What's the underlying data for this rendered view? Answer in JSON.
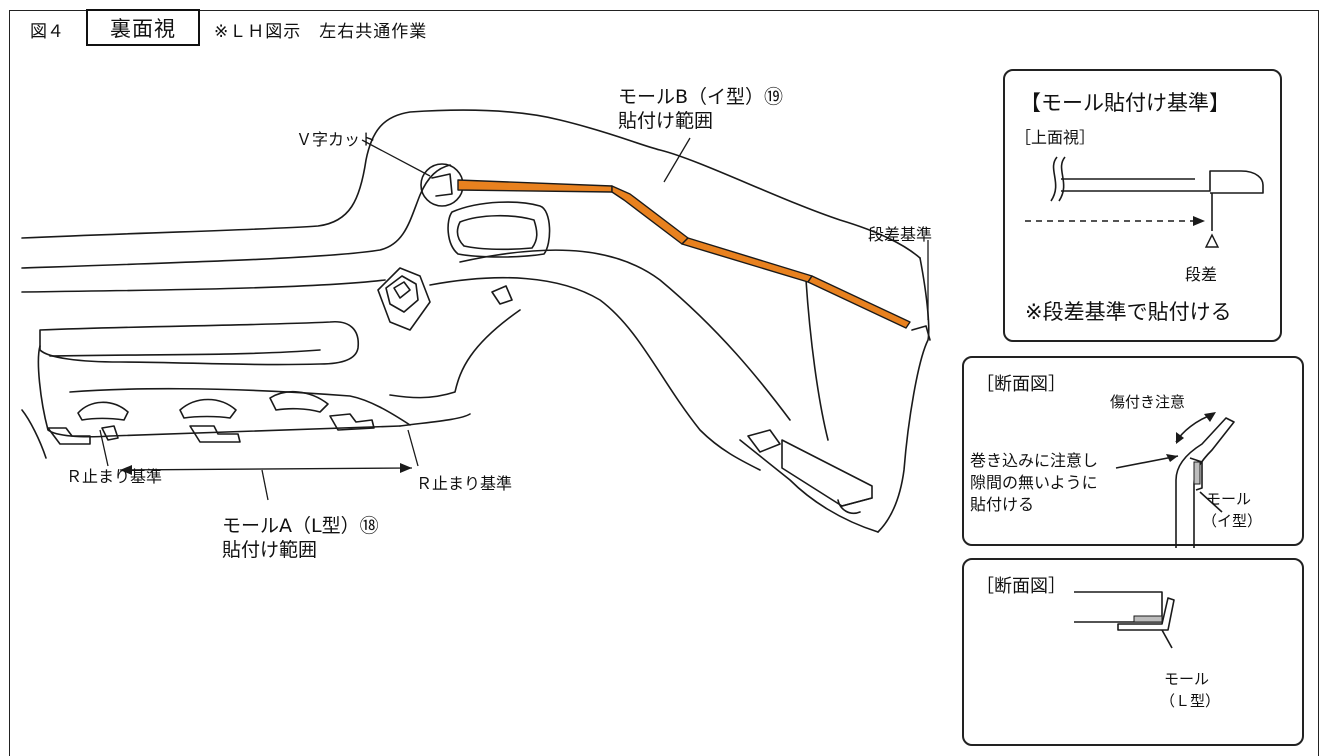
{
  "header": {
    "figure_number": "図４",
    "view_title": "裏面視",
    "note": "※ＬＨ図示　左右共通作業"
  },
  "main_labels": {
    "v_cut": "Ｖ字カット",
    "molding_b_line1": "モールB（イ型）⑲",
    "molding_b_line2": "貼付け範囲",
    "step_reference": "段差基準",
    "r_stop_left": "Ｒ止まり基準",
    "r_stop_right": "Ｒ止まり基準",
    "molding_a_line1": "モールA（L型）⑱",
    "molding_a_line2": "貼付け範囲"
  },
  "panel_reference": {
    "title": "【モール貼付け基準】",
    "view": "［上面視］",
    "step": "段差",
    "instruction": "※段差基準で貼付ける"
  },
  "panel_section1": {
    "title": "［断面図］",
    "scratch_caution": "傷付き注意",
    "instruction_line1": "巻き込みに注意し",
    "instruction_line2": "隙間の無いように",
    "instruction_line3": "貼付ける",
    "molding_label": "モール",
    "molding_type": "（イ型）"
  },
  "panel_section2": {
    "title": "［断面図］",
    "molding_label": "モール",
    "molding_type": "（Ｌ型）"
  },
  "colors": {
    "molding_tape": "#e8811f",
    "outline": "#1a1a1a"
  }
}
